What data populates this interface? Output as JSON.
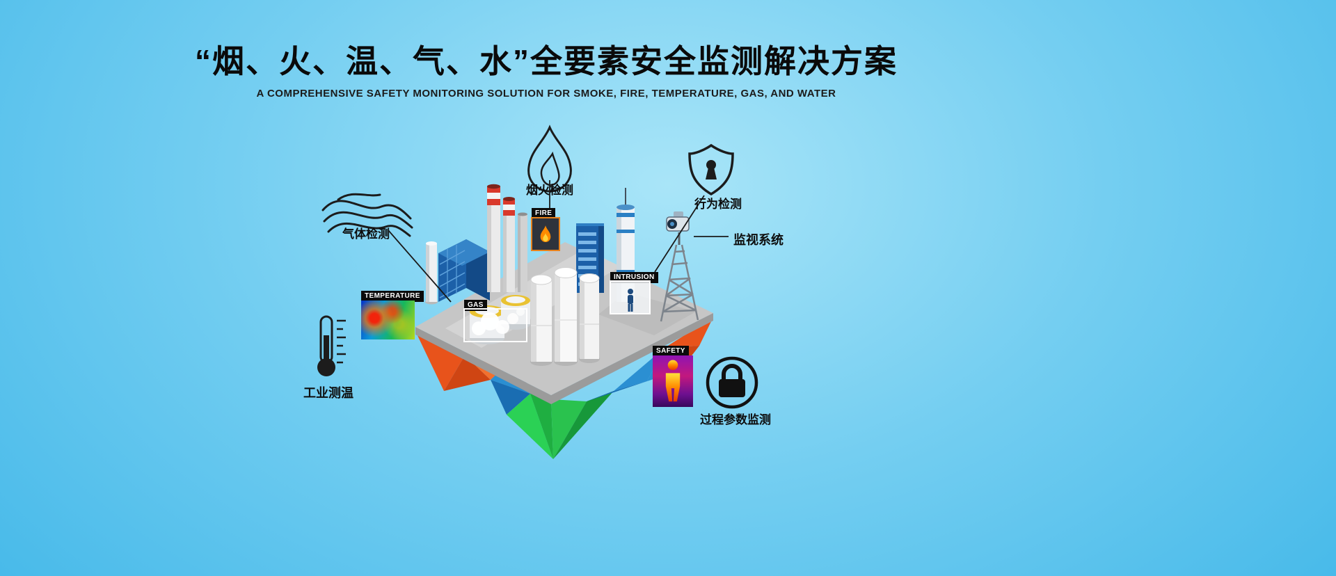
{
  "page": {
    "title": "“烟、火、温、气、水”全要素安全监测解决方案",
    "subtitle": "A COMPREHENSIVE SAFETY MONITORING SOLUTION FOR SMOKE, FIRE, TEMPERATURE, GAS, AND WATER"
  },
  "callouts": {
    "gas": "气体检测",
    "smoke_fire": "烟火检测",
    "behavior": "行为检测",
    "surveillance": "监视系统",
    "industrial_temperature": "工业测温",
    "process_parameters": "过程参数监测"
  },
  "scene_tags": {
    "temperature": "TEMPERATURE",
    "fire": "FIRE",
    "gas": "GAS",
    "intrusion": "INTRUSION",
    "safety": "SAFETY"
  },
  "icons": {
    "gas": "smoke-waves-icon",
    "smoke_fire": "flame-droplet-icon",
    "behavior": "shield-keyhole-icon",
    "surveillance": "cctv-camera-icon",
    "industrial_temperature": "thermometer-icon",
    "process_parameters": "padlock-circle-icon"
  },
  "colors": {
    "background_center": "#a9e5f8",
    "background_edge": "#3fb6e8",
    "island_top_gray": "#c6c6c6",
    "island_orange": "#e8531b",
    "island_blue": "#1a6db2",
    "island_green": "#27b447",
    "fire_frame_orange": "#e8821c",
    "tag_black": "#0b0b0b",
    "building_blue": "#1c60a8",
    "chimney_red": "#d9392b"
  }
}
